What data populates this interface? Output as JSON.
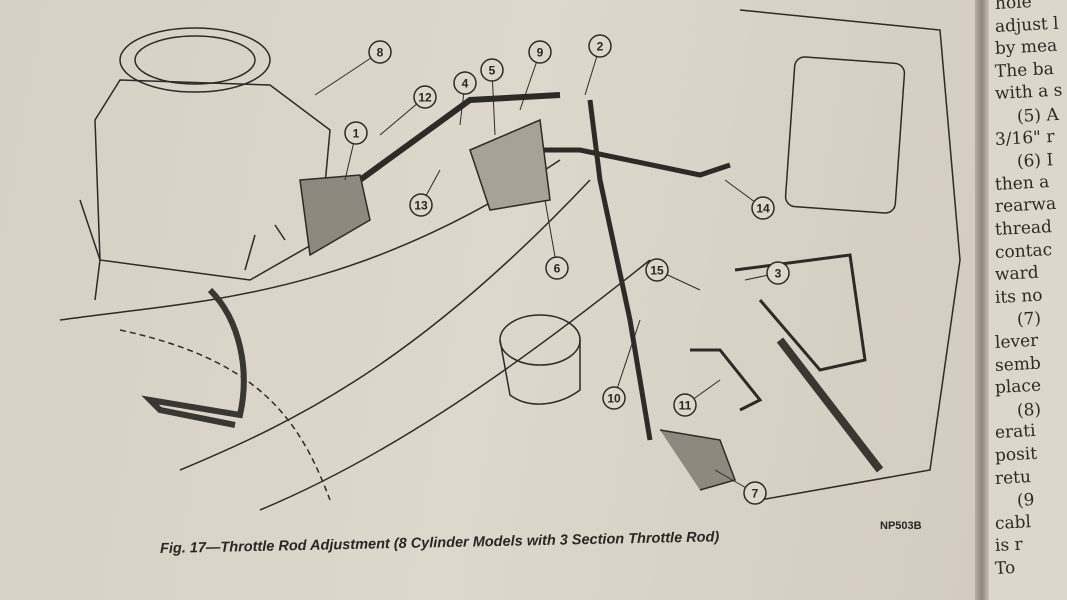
{
  "figure": {
    "caption": "Fig. 17—Throttle Rod Adjustment (8 Cylinder Models with 3 Section Throttle Rod)",
    "code": "NP503B",
    "callouts": [
      "8",
      "12",
      "4",
      "5",
      "9",
      "2",
      "1",
      "13",
      "6",
      "14",
      "15",
      "3",
      "10",
      "11",
      "7"
    ]
  },
  "right_page": {
    "lines": [
      "hole",
      "adjust l",
      "by mea",
      "The ba",
      "with a s",
      "(5) A",
      "3/16\" r",
      "(6) I",
      "then a",
      "rearwa",
      "thread",
      "contac",
      "ward",
      "its no",
      "(7)",
      "lever",
      "semb",
      "place",
      "(8)",
      "erati",
      "posit",
      "retu",
      "(9",
      "cabl",
      "is r",
      "To"
    ]
  }
}
